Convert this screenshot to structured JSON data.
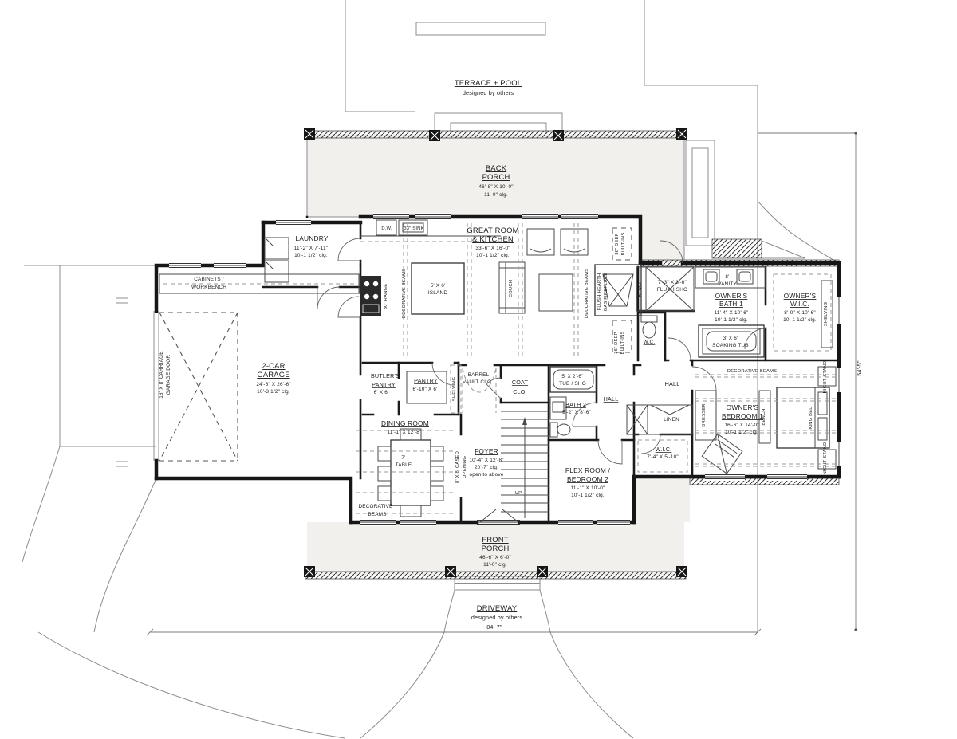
{
  "colors": {
    "wall": "#161616",
    "porch_fill": "#f1f0ed",
    "site_line": "#8c8c8c",
    "text": "#1c1c1c"
  },
  "l": {
    "terrace1": "TERRACE + POOL",
    "terrace2": "designed by others",
    "bp1": "BACK",
    "bp2": "PORCH",
    "bp3": "46'-8\" X 10'-0\"",
    "bp4": "11'-0\" clg.",
    "gr1": "GREAT ROOM",
    "gr2": "& KITCHEN",
    "gr3": "33'-6\" X 16'-0\"",
    "gr4": "10'-1 1/2\" clg.",
    "la1": "LAUNDRY",
    "la2": "11'-2\" X 7'-11\"",
    "la3": "10'-1 1/2\" clg.",
    "cab1": "CABINETS /",
    "cab2": "WORKBENCH",
    "ga1": "2-CAR",
    "ga2": "GARAGE",
    "ga3": "24'-6\" X 26'-6\"",
    "ga4": "10'-3 1/2\" clg.",
    "gd1": "18' X 8' CARRIAGE",
    "gd2": "GARAGE DOOR",
    "dw": "D.W.",
    "sink": "33\" SINK",
    "range": "30\" RANGE",
    "beams": "DECORATIVE BEAMS",
    "isl1": "5' X 6'",
    "isl2": "ISLAND",
    "couch": "COUCH",
    "fh": "FLUSH HEARTH",
    "gf": "GAS FIREPLACE",
    "bi1": "36\" DEEP",
    "bi2": "BUILT-INS",
    "bench": "BENCH",
    "sh1": "7'-3\" X 3'-6\"",
    "sh2": "FLUSH SHO",
    "va1": "8'",
    "va2": "VANITY",
    "ob1": "OWNER'S",
    "ob2": "BATH 1",
    "ob3": "11'-4\" X 10'-6\"",
    "ob4": "10'-1 1/2\" clg.",
    "ow1": "OWNER'S",
    "ow2": "W.I.C.",
    "ow3": "8'-0\" X 10'-6\"",
    "ow4": "10'-1 1/2\" clg.",
    "shelv": "SHELVING",
    "tub1": "3' X 6'",
    "tub2": "SOAKING TUB",
    "wc": "W.C.",
    "hall": "HALL",
    "linen": "LINEN",
    "obd1": "OWNER'S",
    "obd2": "BEDROOM 1",
    "obd3": "16'-6\" X 14'-0\"",
    "obd4": "10'-1 1/2\" clg.",
    "dresser": "DRESSER",
    "king": "KING BED",
    "ns": "NIGHT STAND",
    "bu1": "BUTLER'S",
    "bu2": "PANTRY",
    "bu3": "6' X 6'",
    "pa1": "PANTRY",
    "pa2": "6'-10\" X 6'",
    "bar1": "BARREL",
    "bar2": "VAULT CLG.",
    "co1": "COAT",
    "co2": "CLO.",
    "t21": "5' X 2'-6\"",
    "t22": "TUB / SHO",
    "b21": "BATH 2",
    "b22": "5'-2\" X 8'-6\"",
    "di1": "DINING ROOM",
    "di2": "11'-1\" X 12'-8\"",
    "di3": "7'",
    "di4": "TABLE",
    "db1": "DECORATIVE",
    "db2": "BEAMS",
    "cs1": "8' X 8' CASED",
    "cs2": "OPENING",
    "fo1": "FOYER",
    "fo2": "10'-4\" X 12'-8\"",
    "fo3": "20'-7\" clg.",
    "fo4": "open to above",
    "up": "UP",
    "fx1": "FLEX ROOM /",
    "fx2": "BEDROOM 2",
    "fx3": "11'-1\" X 10'-0\"",
    "fx4": "10'-1 1/2\" clg.",
    "fw1": "W.I.C.",
    "fw2": "7'-4\" X 5'-10\"",
    "fp1": "FRONT",
    "fp2": "PORCH",
    "fp3": "46'-6\" X 6'-0\"",
    "fp4": "11'-0\" clg.",
    "drv1": "DRIVEWAY",
    "drv2": "designed by others",
    "dimw": "84'-7\"",
    "dimh": "54'-5\""
  }
}
